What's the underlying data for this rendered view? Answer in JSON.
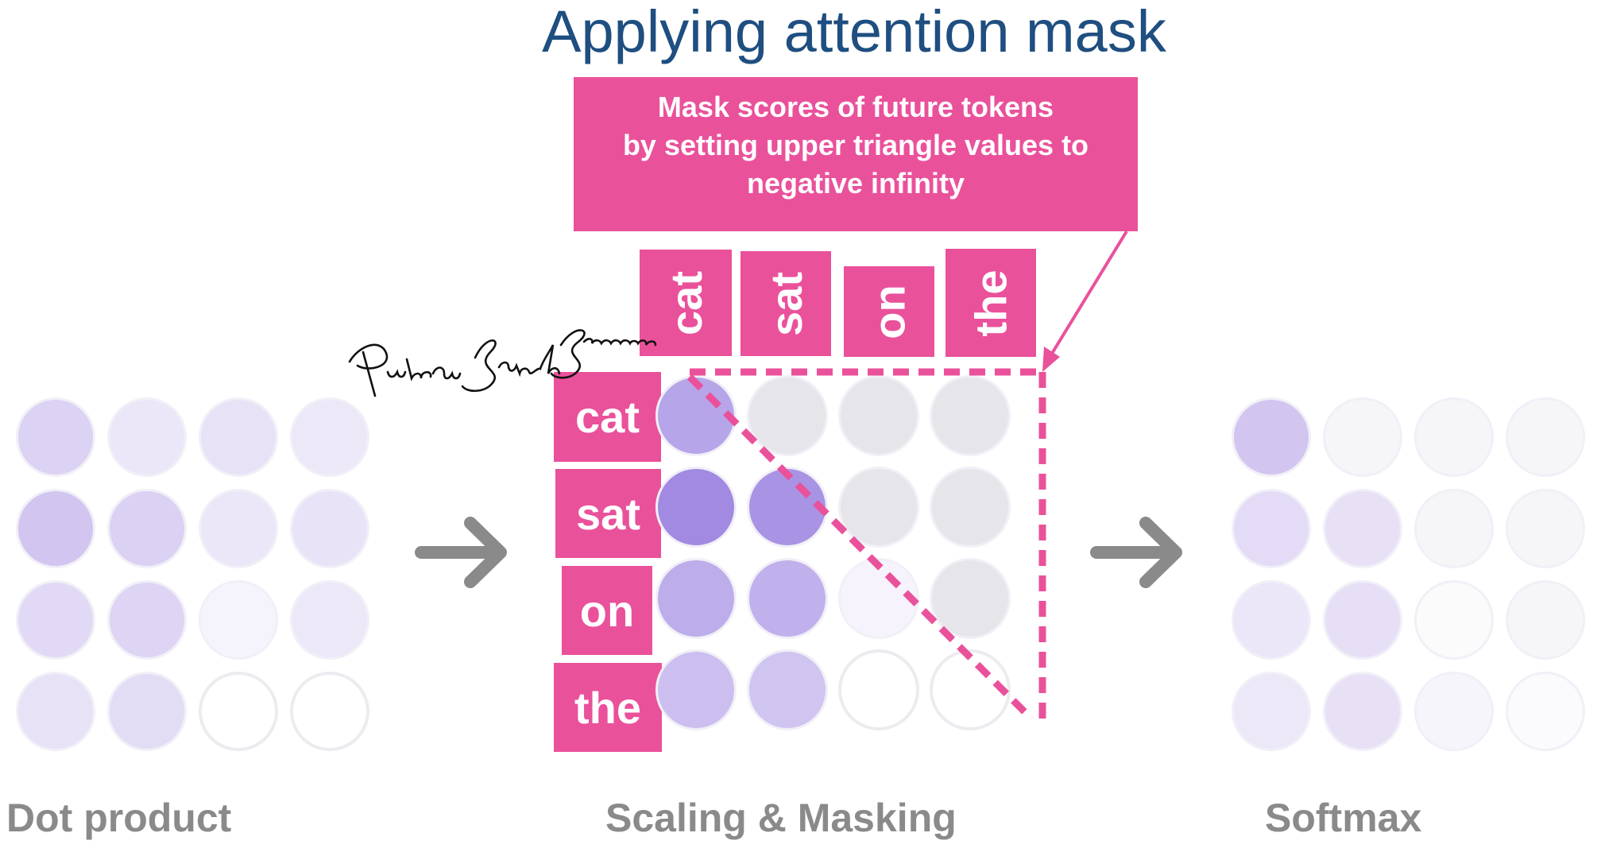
{
  "title": "Applying attention mask",
  "callout": {
    "lines": [
      "Mask scores of future tokens",
      "by setting upper triangle values to",
      "negative infinity"
    ]
  },
  "tokens": {
    "columns": [
      "cat",
      "sat",
      "on",
      "the"
    ],
    "rows": [
      "cat",
      "sat",
      "on",
      "the"
    ]
  },
  "stages": {
    "dot_product": "Dot product",
    "scaling_masking": "Scaling & Masking",
    "softmax": "Softmax"
  },
  "matrices": {
    "dot_product": [
      [
        "#dcd2f4",
        "#ece7f8",
        "#e8e2f6",
        "#ede8f8"
      ],
      [
        "#d2c6f0",
        "#dbd1f3",
        "#ece7f8",
        "#e9e3f7"
      ],
      [
        "#e1d9f5",
        "#ded4f4",
        "#f5f3fc",
        "#ede8f8"
      ],
      [
        "#e8e2f6",
        "#e3dcf5",
        "#ffffff",
        "#ffffff"
      ]
    ],
    "scaled_masked": [
      [
        "#b6a5e8",
        "#e6e6ea",
        "#e6e6ea",
        "#e6e6ea"
      ],
      [
        "#a28ae2",
        "#a993e4",
        "#e6e6ea",
        "#e6e6ea"
      ],
      [
        "#bdadea",
        "#c0b0eb",
        "#f6f3fc",
        "#e6e6ea"
      ],
      [
        "#ccbff0",
        "#d0c4f1",
        "#ffffff",
        "#ffffff"
      ]
    ],
    "softmax": [
      [
        "#d2c6f0",
        "#f6f6f8",
        "#f6f6f8",
        "#f6f6f8"
      ],
      [
        "#e4dcf6",
        "#e8e1f6",
        "#f6f6f8",
        "#f6f6f8"
      ],
      [
        "#ebe6f8",
        "#e6dff6",
        "#fbfbfc",
        "#f6f6f8"
      ],
      [
        "#ede8f8",
        "#e8e1f6",
        "#f7f5fc",
        "#fbfafd"
      ]
    ]
  },
  "signature": "Pubudu Saneth Samarakoon",
  "colors": {
    "accent": "#ea519b",
    "title": "#1f4e80",
    "arrow": "#8a8a8a",
    "label": "#8a8a8a"
  }
}
